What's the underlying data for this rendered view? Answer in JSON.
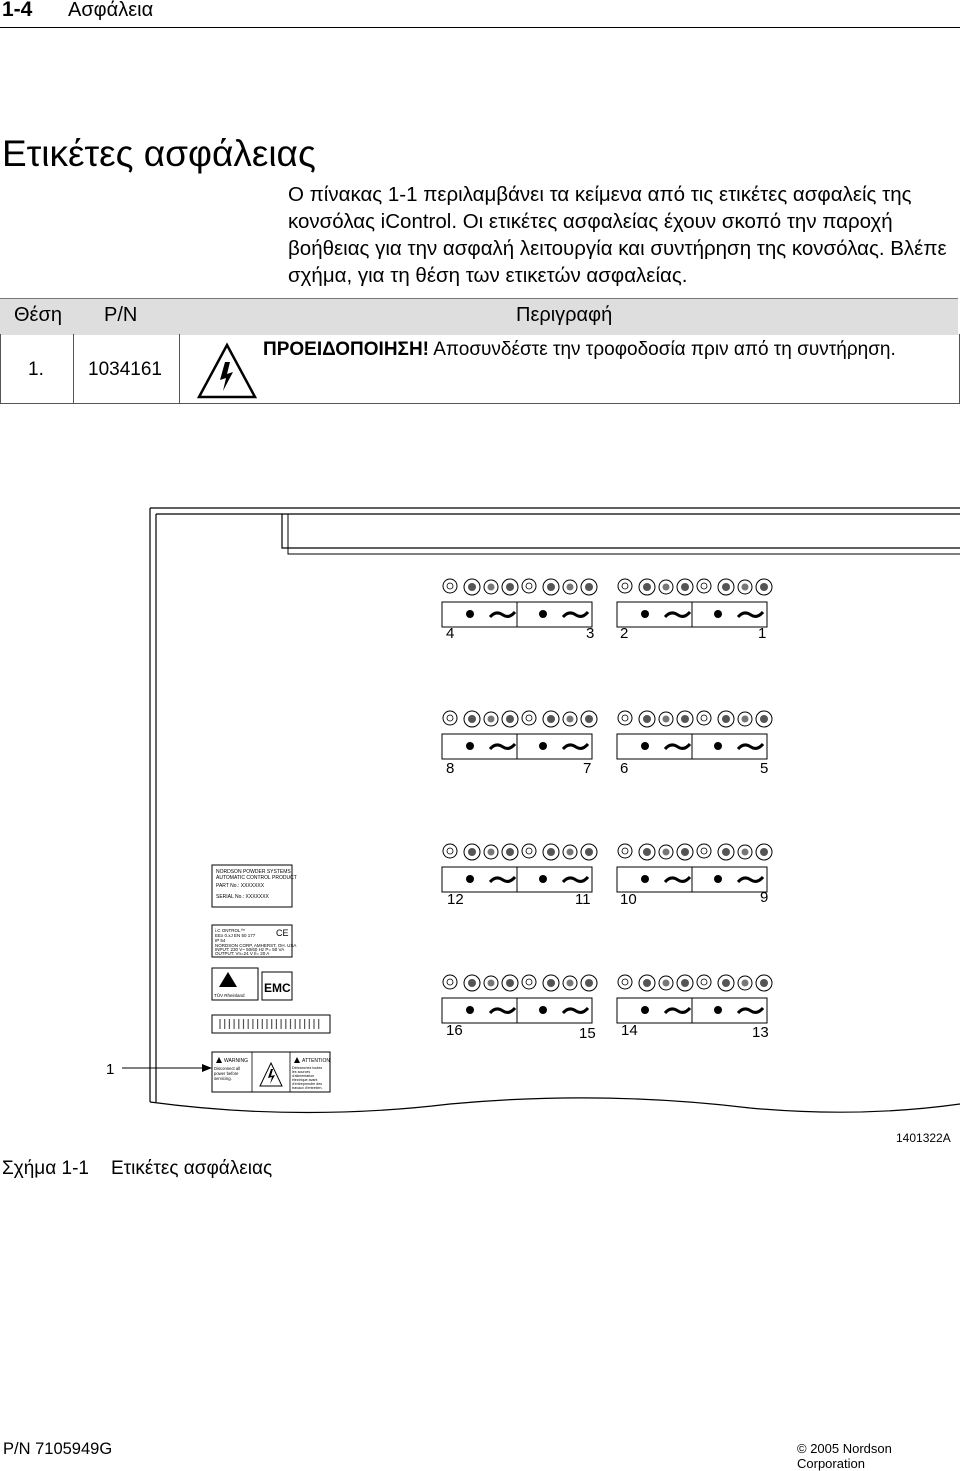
{
  "header": {
    "section_number": "1-4",
    "title": "Ασφάλεια"
  },
  "section_title": "Ετικέτες ασφάλειας",
  "intro_lines": [
    "Ο πίνακας 1-1 περιλαμβάνει τα κείμενα από τις ετικέτες ασφαλείς της",
    "κονσόλας iControl. Οι ετικέτες ασφαλείας έχουν σκοπό την παροχή",
    "βοήθειας για την ασφαλή λειτουργία και  συντήρηση της κονσόλας.  Βλέπε",
    "σχήμα, για τη θέση των ετικετών ασφαλείας."
  ],
  "table": {
    "headers": {
      "position": "Θέση",
      "pn": "P/N",
      "description": "Περιγραφή"
    },
    "rows": [
      {
        "position": "1.",
        "pn": "1034161",
        "icon": "electrical-hazard-icon",
        "warning": "ΠΡΟΕΙΔΟΠΟΙΗΣΗ!",
        "text": "Αποσυνδέστε την τροφοδοσία πριν από τη συντήρηση."
      }
    ]
  },
  "figure": {
    "callout": "1",
    "port_numbers": [
      "4",
      "3",
      "2",
      "1",
      "8",
      "7",
      "6",
      "5",
      "12",
      "11",
      "10",
      "9",
      "16",
      "15",
      "14",
      "13"
    ],
    "nameplate_lines": [
      "NORDSON POWDER SYSTEMS",
      "AUTOMATIC CONTROL PRODUCT",
      "PART No.: XXXXXXX",
      "SERIAL No.: XXXXXXX"
    ],
    "rating_lines": [
      "i.C ONTROL™",
      "EEx 0.xJ EN 50 177",
      "IP 54",
      "NORDSON CORP. AMHERST, OH. USA",
      "INPUT: 230 V~ 50/60 Hz  P= 50 VA",
      "OUTPUT: Vn=24 V  Il= 20 A"
    ],
    "cert_label": "TÜV Rheinland",
    "emc_label": "EMC",
    "ce_label": "CE",
    "warning_label": {
      "title": "WARNING",
      "text": [
        "Disconnect all",
        "power before",
        "servicing."
      ]
    },
    "attention_label": {
      "title": "ATTENTION",
      "text": [
        "Débranchez toutes",
        "les sources",
        "d'alimentation",
        "électrique avant",
        "d'entreprendre des",
        "travaux d'entretien."
      ]
    },
    "caption_number": "Σχήμα 1-1",
    "caption_text": "Ετικέτες ασφάλειας",
    "figure_id": "1401322A"
  },
  "footer": {
    "left": "P/N 7105949G",
    "right": "© 2005 Nordson Corporation"
  }
}
